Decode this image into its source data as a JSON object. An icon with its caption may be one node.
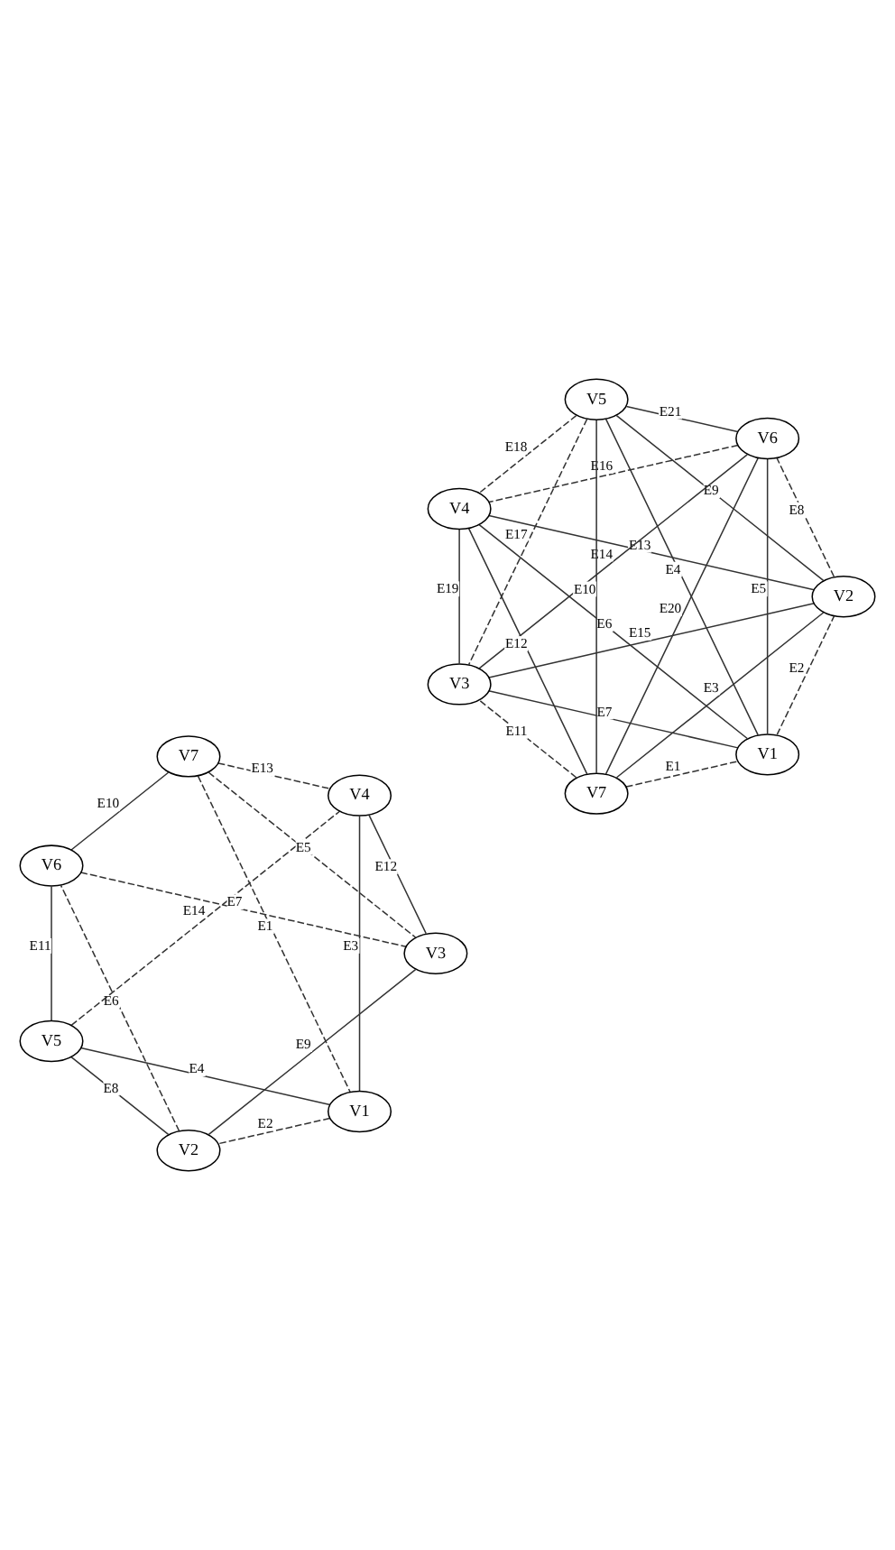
{
  "diagram": {
    "nodes": [
      {
        "text": [
          "V1"
        ]
      },
      {
        "text": [
          "V2"
        ]
      },
      {
        "text": [
          "V3"
        ]
      },
      {
        "text": [
          "V4"
        ]
      },
      {
        "text": [
          "V5"
        ]
      },
      {
        "text": [
          "V6"
        ]
      },
      {
        "text": [
          "V7"
        ]
      },
      {
        "text": [
          "V1"
        ]
      },
      {
        "text": [
          "V2"
        ]
      },
      {
        "text": [
          "V3"
        ]
      },
      {
        "text": [
          "V4"
        ]
      },
      {
        "text": [
          "V5"
        ]
      },
      {
        "text": [
          "V6"
        ]
      },
      {
        "text": [
          "V7"
        ]
      }
    ],
    "edges": [
      {
        "from": 6,
        "to": 0,
        "arrow": "none",
        "label": "E1",
        "style": "dashed"
      },
      {
        "from": 0,
        "to": 1,
        "arrow": "none",
        "label": "E2",
        "style": "dashed"
      },
      {
        "from": 0,
        "to": 3,
        "arrow": "none",
        "label": "E3"
      },
      {
        "from": 0,
        "to": 4,
        "arrow": "none",
        "label": "E4"
      },
      {
        "from": 6,
        "to": 2,
        "arrow": "none",
        "label": "E5",
        "style": "dashed"
      },
      {
        "from": 1,
        "to": 5,
        "arrow": "none",
        "label": "E6",
        "style": "dashed"
      },
      {
        "from": 5,
        "to": 2,
        "arrow": "none",
        "label": "E7",
        "style": "dashed"
      },
      {
        "from": 1,
        "to": 4,
        "arrow": "none",
        "label": "E8"
      },
      {
        "from": 1,
        "to": 2,
        "arrow": "none",
        "label": "E9"
      },
      {
        "from": 6,
        "to": 5,
        "arrow": "none",
        "label": "E10"
      },
      {
        "from": 5,
        "to": 4,
        "arrow": "none",
        "label": "E11"
      },
      {
        "from": 2,
        "to": 3,
        "arrow": "none",
        "label": "E12"
      },
      {
        "from": 6,
        "to": 3,
        "arrow": "none",
        "label": "E13",
        "style": "dashed"
      },
      {
        "from": 4,
        "to": 3,
        "arrow": "none",
        "label": "E14",
        "style": "dashed"
      },
      {
        "from": 13,
        "to": 7,
        "arrow": "none",
        "label": "E1",
        "style": "dashed"
      },
      {
        "from": 7,
        "to": 8,
        "arrow": "none",
        "label": "E2",
        "style": "dashed"
      },
      {
        "from": 13,
        "to": 8,
        "arrow": "none",
        "label": "E3"
      },
      {
        "from": 7,
        "to": 11,
        "arrow": "none",
        "label": "E4"
      },
      {
        "from": 7,
        "to": 12,
        "arrow": "none",
        "label": "E5"
      },
      {
        "from": 7,
        "to": 10,
        "arrow": "none",
        "label": "E6"
      },
      {
        "from": 7,
        "to": 9,
        "arrow": "none",
        "label": "E7"
      },
      {
        "from": 8,
        "to": 12,
        "arrow": "none",
        "label": "E8",
        "style": "dashed"
      },
      {
        "from": 8,
        "to": 11,
        "arrow": "none",
        "label": "E9"
      },
      {
        "from": 13,
        "to": 11,
        "arrow": "none",
        "label": "E10"
      },
      {
        "from": 13,
        "to": 9,
        "arrow": "none",
        "label": "E11",
        "style": "dashed"
      },
      {
        "from": 13,
        "to": 10,
        "arrow": "none",
        "label": "E12"
      },
      {
        "from": 8,
        "to": 10,
        "arrow": "none",
        "label": "E13"
      },
      {
        "from": 12,
        "to": 9,
        "arrow": "none",
        "label": "E14"
      },
      {
        "from": 8,
        "to": 9,
        "arrow": "none",
        "label": "E15"
      },
      {
        "from": 12,
        "to": 10,
        "arrow": "none",
        "label": "E16",
        "style": "dashed"
      },
      {
        "from": 11,
        "to": 9,
        "arrow": "none",
        "label": "E17",
        "style": "dashed"
      },
      {
        "from": 11,
        "to": 10,
        "arrow": "none",
        "label": "E18",
        "style": "dashed"
      },
      {
        "from": 9,
        "to": 10,
        "arrow": "none",
        "label": "E19"
      },
      {
        "from": 13,
        "to": 12,
        "arrow": "none",
        "label": "E20"
      },
      {
        "from": 12,
        "to": 11,
        "arrow": "none",
        "label": "E21"
      }
    ]
  }
}
